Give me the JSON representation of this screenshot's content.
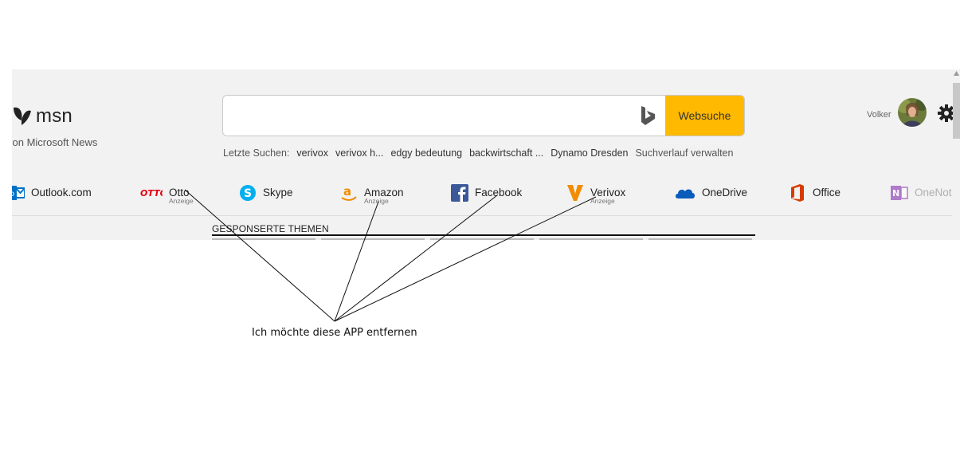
{
  "header": {
    "logo_text": "msn",
    "byline": "von Microsoft News",
    "user_name": "Volker"
  },
  "search": {
    "value": "",
    "button_label": "Websuche",
    "recent_label": "Letzte Suchen:",
    "recent": [
      "verivox",
      "verivox h...",
      "edgy bedeutung",
      "backwirtschaft ...",
      "Dynamo Dresden"
    ],
    "manage_label": "Suchverlauf verwalten"
  },
  "apps": [
    {
      "label": "Outlook.com",
      "sub": ""
    },
    {
      "label": "Otto",
      "sub": "Anzeige"
    },
    {
      "label": "Skype",
      "sub": ""
    },
    {
      "label": "Amazon",
      "sub": "Anzeige"
    },
    {
      "label": "Facebook",
      "sub": ""
    },
    {
      "label": "Verivox",
      "sub": "Anzeige"
    },
    {
      "label": "OneDrive",
      "sub": ""
    },
    {
      "label": "Office",
      "sub": ""
    },
    {
      "label": "OneNot",
      "sub": ""
    }
  ],
  "sponsored": {
    "title": "GESPONSERTE THEMEN"
  },
  "annotation": {
    "caption": "Ich möchte diese APP entfernen"
  },
  "colors": {
    "search_button": "#ffb900",
    "office": "#d83b01",
    "facebook": "#3b5998",
    "skype": "#00aff0",
    "onedrive": "#0a5cba",
    "verivox": "#f28c00",
    "otto": "#e3000f",
    "outlook": "#0072c6",
    "onenote": "#7719aa"
  }
}
